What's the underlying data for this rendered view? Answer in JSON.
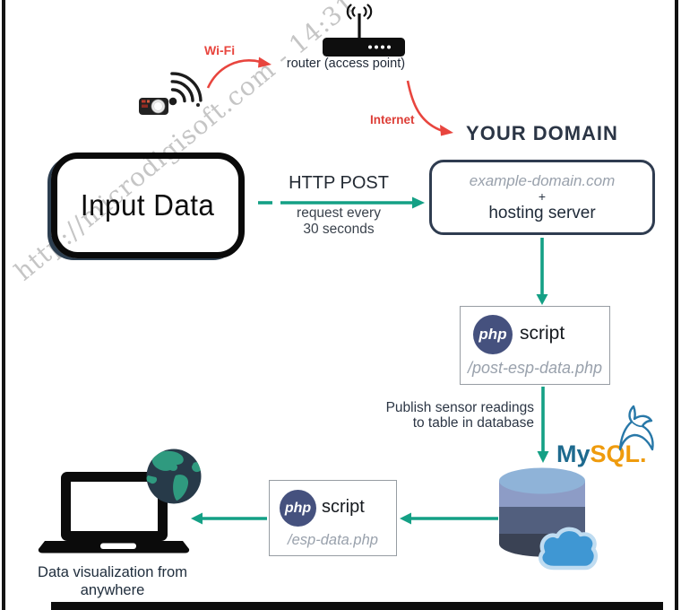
{
  "watermark": {
    "text": "http://microdigisoft.com - 14:31"
  },
  "colors": {
    "arrow_teal": "#14A085",
    "label_red": "#E8453E",
    "text_dark": "#2A3444",
    "text_muted": "#99A1AC",
    "php_badge_navy": "#45517E",
    "mysql_blue": "#1E6A8E",
    "mysql_orange": "#EF9B0D",
    "db_top": "#8FB3D8",
    "db_band1": "#8D9CC6",
    "db_band2": "#525F7E",
    "db_band3": "#3A4254",
    "cloud_fill": "#3F97D3",
    "cloud_outline": "#BFDCF1",
    "globe_land": "#2F9A7F"
  },
  "labels": {
    "wifi": "Wi-Fi",
    "router": "router (access point)",
    "internet": "Internet",
    "your_domain": "YOUR DOMAIN"
  },
  "input_node": {
    "label": "Input Data"
  },
  "http_post": {
    "title": "HTTP POST",
    "line1": "request every",
    "line2": "30 seconds"
  },
  "domain_node": {
    "domain": "example-domain.com",
    "plus": "+",
    "server": "hosting server"
  },
  "php_post_node": {
    "badge": "php",
    "title": "script",
    "path": "/post-esp-data.php"
  },
  "publish_note": {
    "line1": "Publish sensor readings",
    "line2": "to table in database"
  },
  "mysql_logo": {
    "my": "My",
    "sql": "SQL",
    "dot": "."
  },
  "php_get_node": {
    "badge": "php",
    "title": "script",
    "path": "/esp-data.php"
  },
  "viz_note": {
    "line1": "Data visualization from",
    "line2": "anywhere"
  }
}
